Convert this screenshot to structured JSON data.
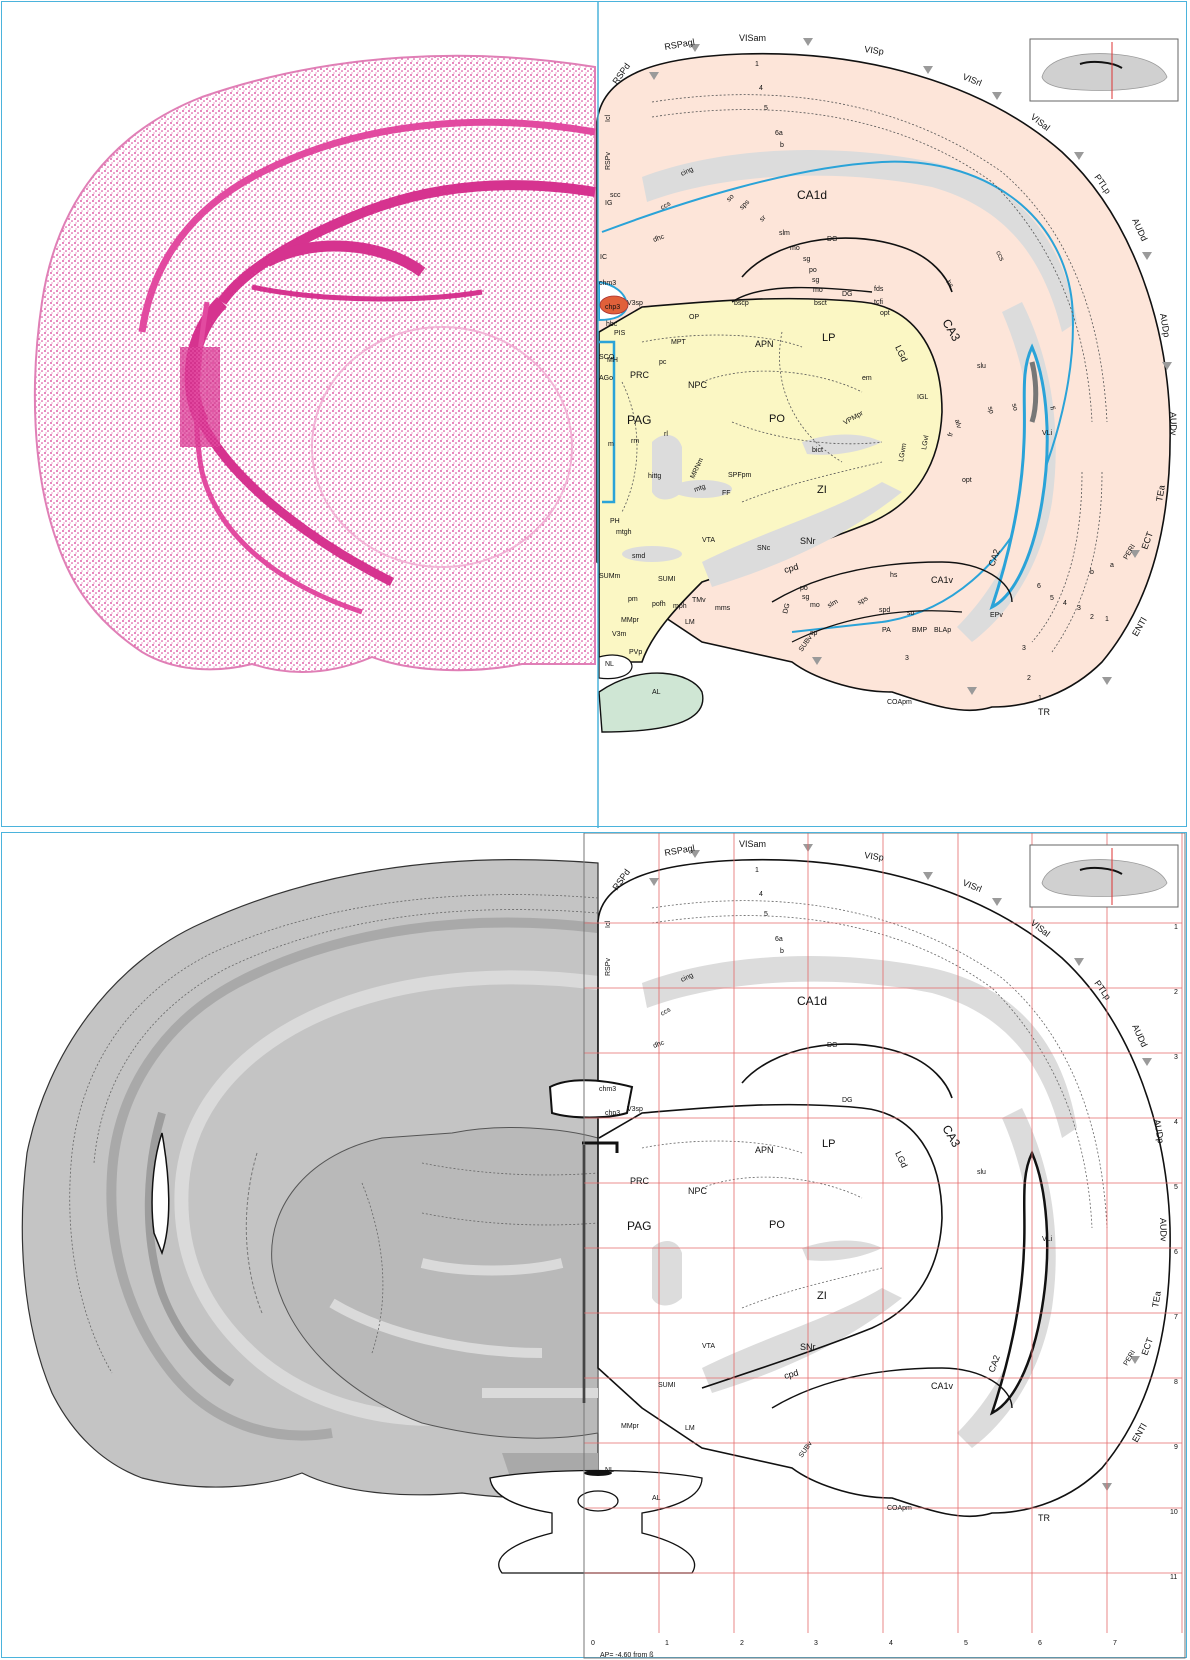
{
  "colors": {
    "frame": "#4bb3dc",
    "nissl_stain": "#d6338f",
    "cortex_fill": "#fde5d9",
    "thalamus_fill": "#fbf7c4",
    "white_matter": "#dcdcdc",
    "ventricle": "#2aa3d8",
    "choroid_plexus": "#e0603a",
    "pituitary_fill": "#cfe6d4",
    "gray_light": "#dadada",
    "gray_mid": "#c4c4c4",
    "gray_dark": "#a9a9a9",
    "grid": "#e46a6a"
  },
  "cortex_labels": [
    "RSPd",
    "RSPagl",
    "VISam",
    "VISp",
    "VISrl",
    "VISal",
    "PTLp",
    "AUDd",
    "AUDp",
    "AUDv",
    "TEa",
    "ECT",
    "PERI",
    "ENTl",
    "TR",
    "COApm",
    "SUBv",
    "RSPv",
    "Icl"
  ],
  "layer_labels": [
    "1",
    "4",
    "5",
    "6a",
    "b",
    "1",
    "2",
    "3",
    "4",
    "5",
    "6",
    "a",
    "b",
    "2",
    "3",
    "3",
    "1"
  ],
  "tract_labels": [
    "cing",
    "ccs",
    "scc",
    "IG",
    "dhc",
    "so",
    "sps",
    "sr",
    "slm",
    "mo",
    "sg",
    "po",
    "sg",
    "mo",
    "DG",
    "DG",
    "fds",
    "hs",
    "tcfi",
    "opt",
    "bscp",
    "bsct",
    "CA1d",
    "CA3",
    "CA2",
    "CA1v",
    "slu",
    "sp",
    "so",
    "alv",
    "fi",
    "ccs",
    "cpd",
    "hs",
    "sp",
    "so",
    "spd",
    "EPv",
    "PA",
    "BLAp",
    "BMP",
    "DG",
    "po",
    "sg",
    "mo",
    "slm",
    "sps"
  ],
  "thalamus_labels": [
    "chm3",
    "chp3",
    "V3sp",
    "hbc",
    "PIS",
    "SCO",
    "MH",
    "AGo",
    "PRC",
    "PAG",
    "m",
    "rm",
    "rl",
    "pc",
    "MPT",
    "OP",
    "APN",
    "LP",
    "NPC",
    "LGd",
    "IGL",
    "LGvl",
    "LGvm",
    "PO",
    "VPMpr",
    "bict",
    "em",
    "fr",
    "ZI",
    "SPFpm",
    "FF",
    "mtg",
    "MRNm",
    "hittg",
    "PH",
    "mtgh",
    "VTA",
    "SNr",
    "SNc",
    "smd",
    "SUMI",
    "SUMm",
    "pm",
    "pofh",
    "mph",
    "TMv",
    "mms",
    "MMpr",
    "LM",
    "V3m",
    "PVp",
    "NL",
    "AL",
    "VLi",
    "IC",
    "opt"
  ],
  "panel_bottom": {
    "grid_x_ticks": [
      "0",
      "1",
      "2",
      "3",
      "4",
      "5",
      "6",
      "7"
    ],
    "grid_y_ticks": [
      "1",
      "2",
      "3",
      "4",
      "5",
      "6",
      "7",
      "8",
      "9",
      "10",
      "11"
    ],
    "ap_caption": "AP= -4.60 from ß"
  }
}
